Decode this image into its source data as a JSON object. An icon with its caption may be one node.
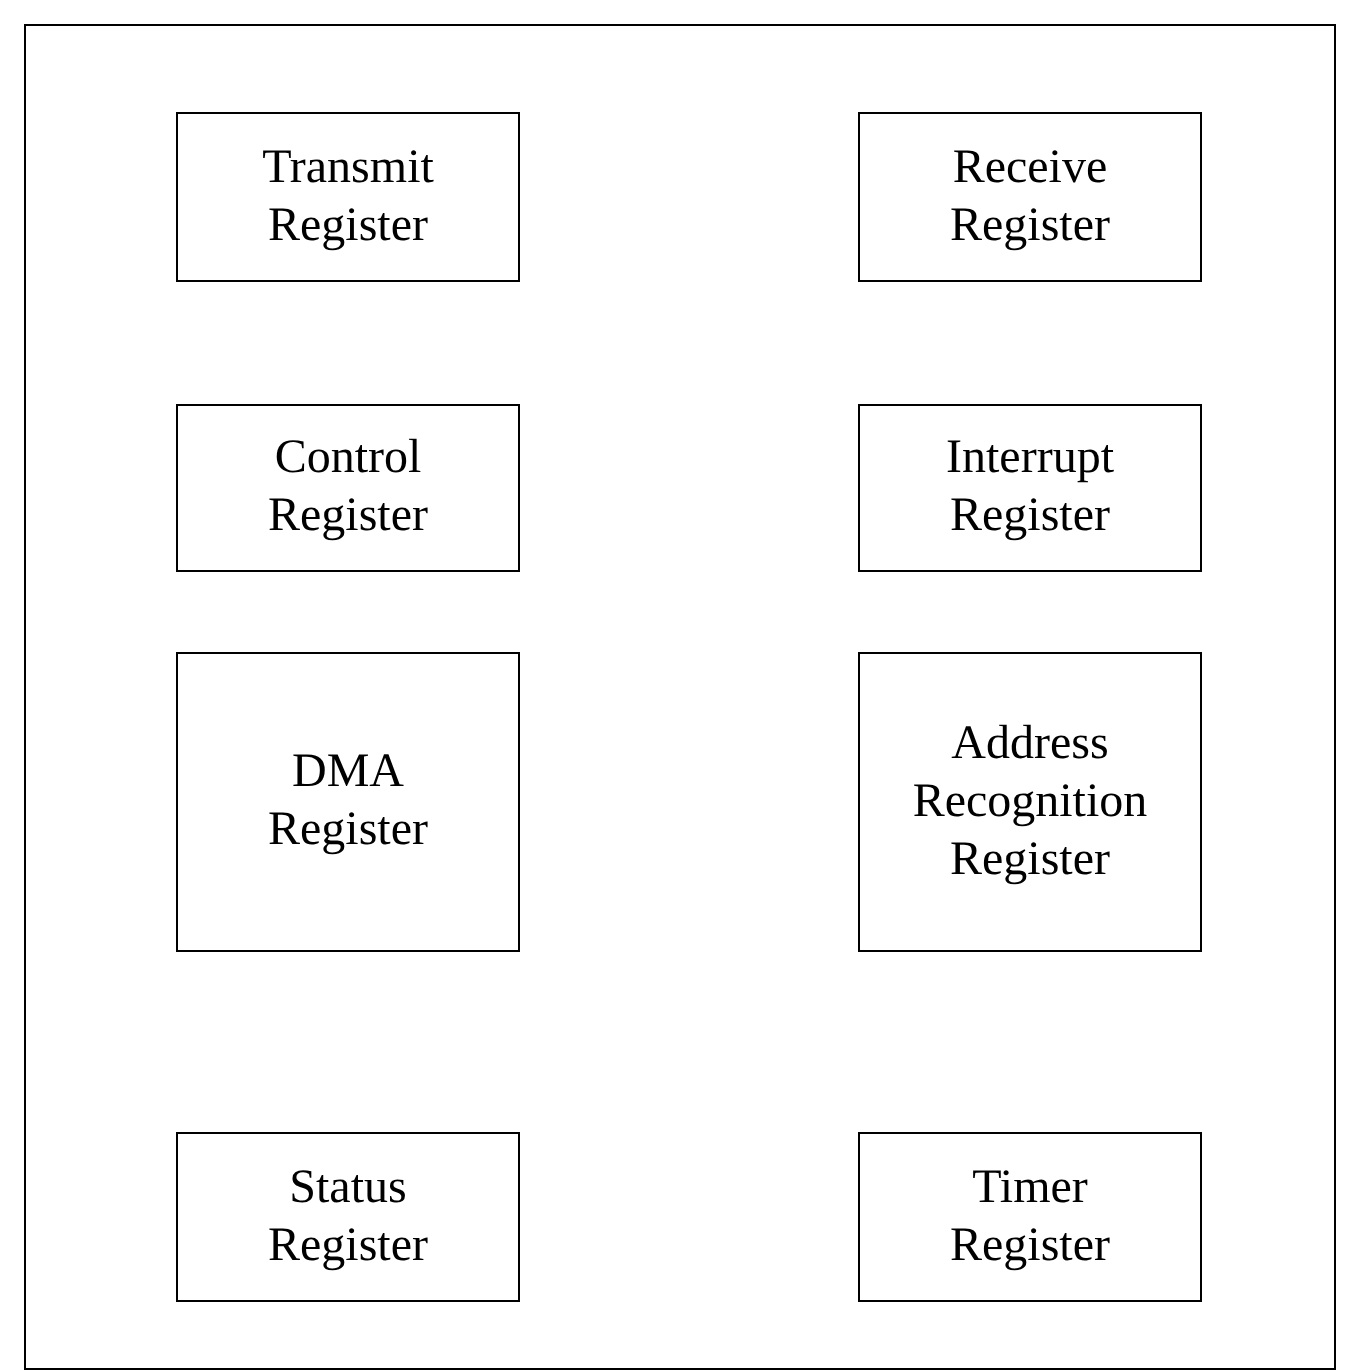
{
  "diagram": {
    "nodes": [
      {
        "text": [],
        "shape": "box"
      },
      {
        "text": [
          "Transmit Register"
        ],
        "in": 0
      },
      {
        "text": [
          "Receive Register"
        ],
        "in": 0
      },
      {
        "text": [
          "Control Register"
        ],
        "in": 0
      },
      {
        "text": [
          "Interrupt Register"
        ],
        "in": 0
      },
      {
        "text": [
          "DMA Register"
        ],
        "in": 0
      },
      {
        "text": [
          "Address Recognition Register"
        ],
        "in": 0
      },
      {
        "text": [
          "Status Register"
        ],
        "in": 0
      },
      {
        "text": [
          "Timer Register"
        ],
        "in": 0
      }
    ]
  }
}
